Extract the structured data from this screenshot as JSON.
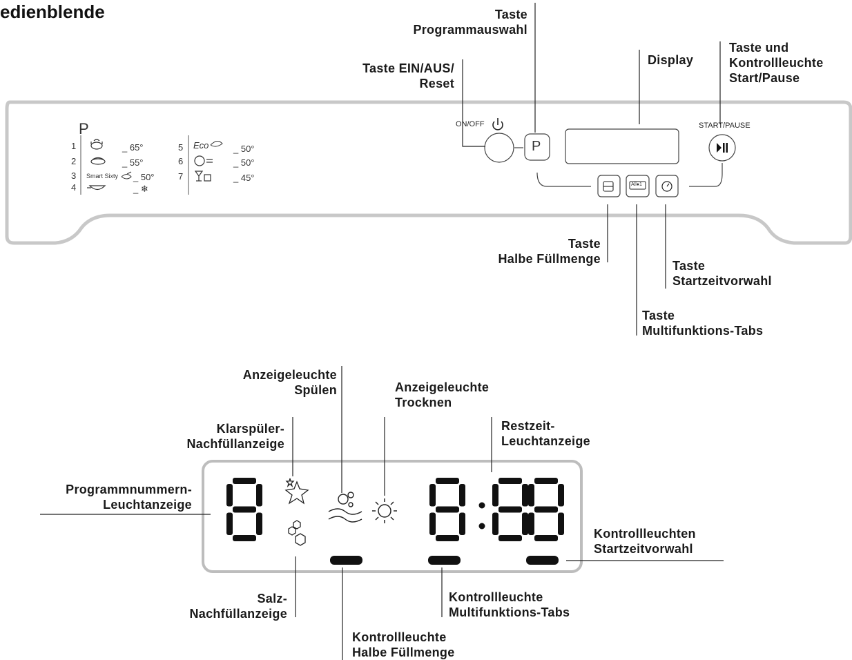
{
  "title": "edienblende",
  "panel": {
    "program_heading": "P",
    "programs_left": [
      {
        "num": "1",
        "temp": "_ 65°",
        "icon": "pot-icon"
      },
      {
        "num": "2",
        "temp": "_ 55°",
        "icon": "pots-icon"
      },
      {
        "num": "3",
        "temp": "_ 50°",
        "icon": "smart-sixty-icon",
        "name": "Smart Sixty"
      },
      {
        "num": "4",
        "temp": "_ ❄",
        "icon": "bowl-icon"
      }
    ],
    "programs_right": [
      {
        "num": "5",
        "temp": "_ 50°",
        "icon": "eco-icon",
        "name": "Eco"
      },
      {
        "num": "6",
        "temp": "_ 50°",
        "icon": "quick-icon"
      },
      {
        "num": "7",
        "temp": "_ 45°",
        "icon": "glass-icon"
      }
    ],
    "on_off_label": "ON/OFF",
    "p_button": "P",
    "start_pause_label": "START/PAUSE",
    "multitab_text": "All●1"
  },
  "callouts": {
    "programmauswahl": [
      "Taste",
      "Programmauswahl"
    ],
    "ein_aus": [
      "Taste EIN/AUS/",
      "Reset"
    ],
    "display": [
      "Display"
    ],
    "start_pause": [
      "Taste und",
      "Kontrollleuchte",
      "Start/Pause"
    ],
    "halbe_fuellmenge": [
      "Taste",
      "Halbe Füllmenge"
    ],
    "startzeitvorwahl": [
      "Taste",
      "Startzeitvorwahl"
    ],
    "multifunktions_tabs": [
      "Taste",
      "Multifunktions-Tabs"
    ]
  },
  "display_callouts": {
    "spuelen": [
      "Anzeigeleuchte",
      "Spülen"
    ],
    "trocknen": [
      "Anzeigeleuchte",
      "Trocknen"
    ],
    "klarspueler": [
      "Klarspüler-",
      "Nachfüllanzeige"
    ],
    "restzeit": [
      "Restzeit-",
      "Leuchtanzeige"
    ],
    "programmnummern": [
      "Programmnummern-",
      "Leuchtanzeige"
    ],
    "kl_startzeit": [
      "Kontrollleuchten",
      "Startzeitvorwahl"
    ],
    "salz": [
      "Salz-",
      "Nachfüllanzeige"
    ],
    "kl_multi": [
      "Kontrollleuchte",
      "Multifunktions-Tabs"
    ],
    "kl_halbe": [
      "Kontrollleuchte",
      "Halbe Füllmenge"
    ]
  },
  "display": {
    "digit_glyph": "8",
    "colon": ":",
    "readout": "8:88"
  },
  "colors": {
    "panel_outline": "#bdbdbd",
    "line": "#222222",
    "segment": "#111111"
  }
}
